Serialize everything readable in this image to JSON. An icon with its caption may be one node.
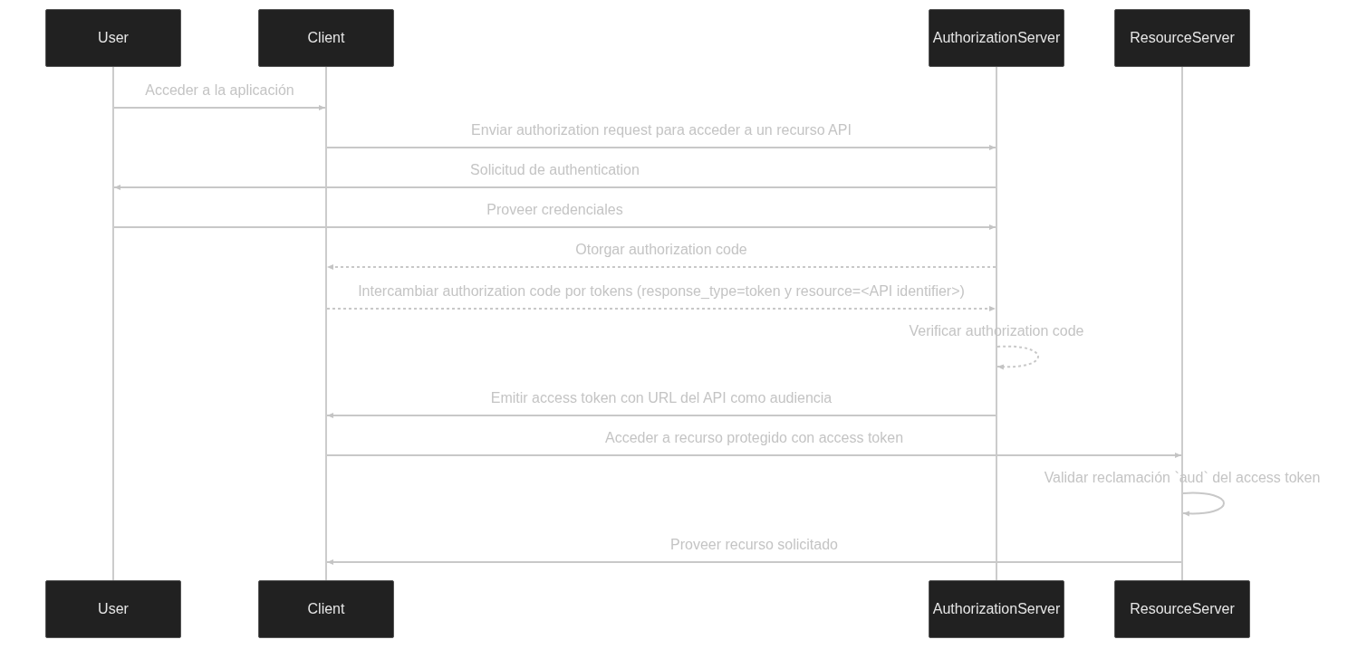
{
  "diagram": {
    "nodes": [
      {
        "text": [
          "User"
        ]
      },
      {
        "text": [
          "Client"
        ]
      },
      {
        "text": [
          "AuthorizationServer"
        ]
      },
      {
        "text": [
          "ResourceServer"
        ]
      },
      {
        "text": [],
        "shape": "bar"
      },
      {
        "text": [],
        "shape": "bar"
      },
      {
        "text": [],
        "shape": "bar"
      },
      {
        "text": [],
        "shape": "bar"
      },
      {
        "text": [
          "User"
        ]
      },
      {
        "text": [
          "Client"
        ]
      },
      {
        "text": [
          "AuthorizationServer"
        ]
      },
      {
        "text": [
          "ResourceServer"
        ]
      }
    ],
    "edges": [
      {
        "from": 4,
        "to": 5,
        "arrow": "to",
        "label": "Acceder a la aplicación"
      },
      {
        "from": 5,
        "to": 6,
        "arrow": "to",
        "label": "Enviar authorization request para acceder a un recurso API"
      },
      {
        "from": 6,
        "to": 4,
        "arrow": "to",
        "label": "Solicitud de authentication"
      },
      {
        "from": 4,
        "to": 6,
        "arrow": "to",
        "label": "Proveer credenciales"
      },
      {
        "from": 6,
        "to": 5,
        "arrow": "to",
        "label": "Otorgar authorization code",
        "style": "dashed"
      },
      {
        "from": 5,
        "to": 6,
        "arrow": "to",
        "label": "Intercambiar authorization code por tokens (response_type=token y resource=<API identifier>)",
        "style": "dashed"
      },
      {
        "from": 6,
        "to": 6,
        "arrow": "to",
        "label": "Verificar authorization code",
        "style": "dashed"
      },
      {
        "from": 6,
        "to": 5,
        "arrow": "to",
        "label": "Emitir access token con URL del API como audiencia"
      },
      {
        "from": 5,
        "to": 7,
        "arrow": "to",
        "label": "Acceder a recurso protegido con access token"
      },
      {
        "from": 7,
        "to": 7,
        "arrow": "to",
        "label": "Validar reclamación `aud` del access token"
      },
      {
        "from": 7,
        "to": 5,
        "arrow": "to",
        "label": "Proveer recurso solicitado"
      }
    ]
  }
}
